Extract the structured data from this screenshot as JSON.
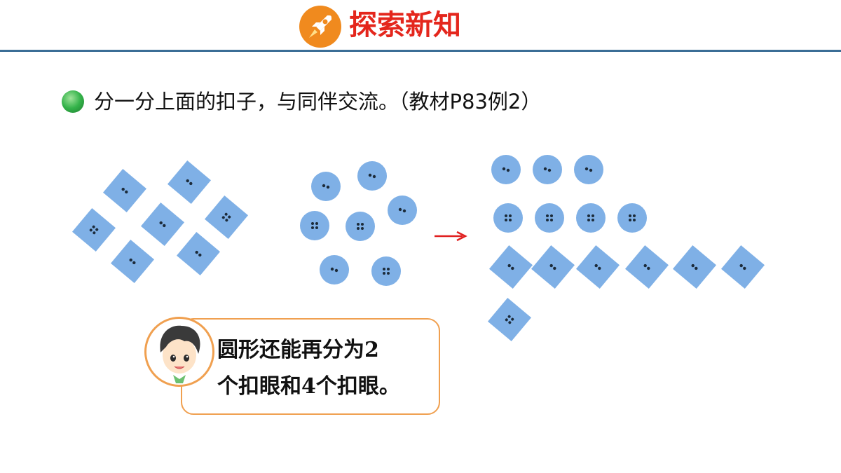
{
  "header": {
    "title": "探索新知",
    "icon": "rocket-icon"
  },
  "prompt": {
    "text": "分一分上面的扣子，与同伴交流。（教材P83例2）",
    "icon": "green-dot-icon"
  },
  "bubble": {
    "line1": "圆形还能再分为2",
    "line2": "个扣眼和4个扣眼。",
    "avatar": "boy-avatar-icon"
  },
  "colors": {
    "title": "#e4261c",
    "button": "#7fb0e6",
    "arrow": "#e02020",
    "border": "#f0a050",
    "rule": "#3b6e96"
  }
}
